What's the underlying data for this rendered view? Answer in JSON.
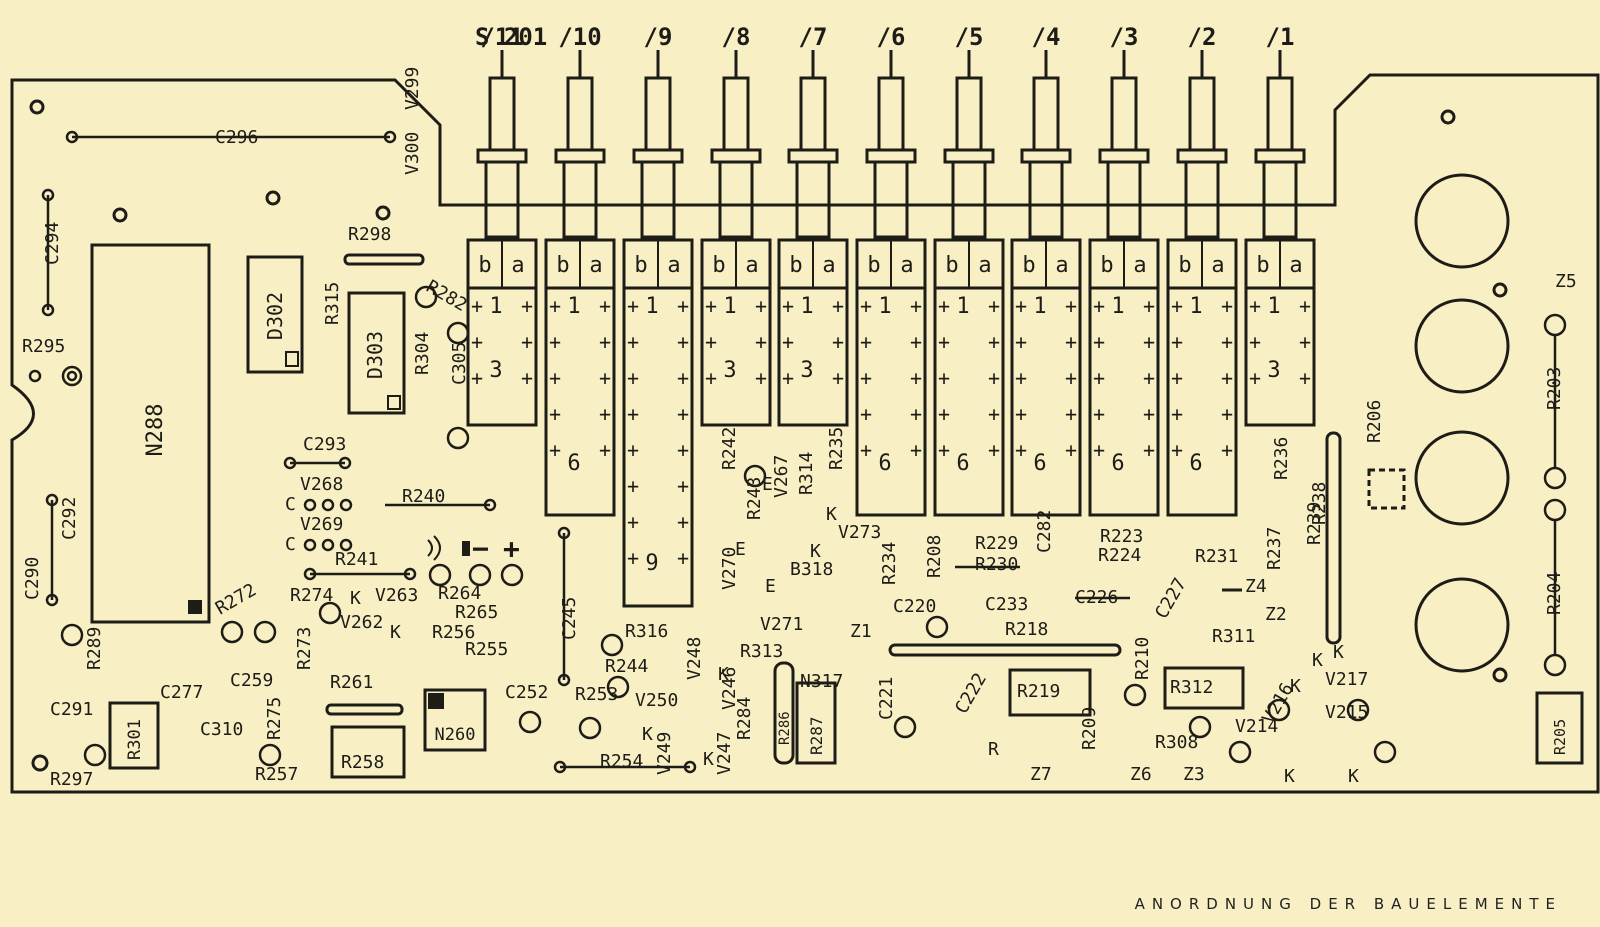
{
  "caption": "ANORDNUNG DER BAUELEMENTE",
  "switch_series_label": "S 201",
  "switches": [
    {
      "index": "/11",
      "pos": [
        "b",
        "a"
      ],
      "contacts": [
        "1",
        "3"
      ]
    },
    {
      "index": "/10",
      "pos": [
        "b",
        "a"
      ],
      "contacts": [
        "1",
        "6"
      ]
    },
    {
      "index": "/9",
      "pos": [
        "b",
        "a"
      ],
      "contacts": [
        "1",
        "9"
      ]
    },
    {
      "index": "/8",
      "pos": [
        "b",
        "a"
      ],
      "contacts": [
        "1",
        "3"
      ]
    },
    {
      "index": "/7",
      "pos": [
        "b",
        "a"
      ],
      "contacts": [
        "1",
        "3"
      ]
    },
    {
      "index": "/6",
      "pos": [
        "b",
        "a"
      ],
      "contacts": [
        "1",
        "6"
      ]
    },
    {
      "index": "/5",
      "pos": [
        "b",
        "a"
      ],
      "contacts": [
        "1",
        "6"
      ]
    },
    {
      "index": "/4",
      "pos": [
        "b",
        "a"
      ],
      "contacts": [
        "1",
        "6"
      ]
    },
    {
      "index": "/3",
      "pos": [
        "b",
        "a"
      ],
      "contacts": [
        "1",
        "6"
      ]
    },
    {
      "index": "/2",
      "pos": [
        "b",
        "a"
      ],
      "contacts": [
        "1",
        "6"
      ]
    },
    {
      "index": "/1",
      "pos": [
        "b",
        "a"
      ],
      "contacts": [
        "1",
        "3"
      ]
    }
  ],
  "ic_labels": {
    "n288": "N288",
    "d302": "D302",
    "d303": "D303",
    "n260": "N260"
  },
  "boxed_parts": [
    "R301",
    "R258",
    "R219",
    "R312",
    "R287",
    "R286",
    "R205"
  ],
  "pin_labels": [
    "C",
    "C",
    "K",
    "K",
    "K",
    "E",
    "K",
    "K",
    "K",
    "K",
    "E",
    "E",
    "K",
    "K",
    "K",
    "K",
    "K",
    "R"
  ],
  "polarity": {
    "plus": "+",
    "minus": "−"
  },
  "component_labels": [
    "C296",
    "V299",
    "V300",
    "C294",
    "R298",
    "R315",
    "R282",
    "R304",
    "C305",
    "R295",
    "C293",
    "V268",
    "R240",
    "V269",
    "R241",
    "C292",
    "C290",
    "R272",
    "R274",
    "V263",
    "R264",
    "R265",
    "V262",
    "R256",
    "R255",
    "R273",
    "R289",
    "R275",
    "C291",
    "R297",
    "C277",
    "C310",
    "C259",
    "R257",
    "R261",
    "C252",
    "R253",
    "R254",
    "R316",
    "R244",
    "V250",
    "V249",
    "V248",
    "V247",
    "V246",
    "R284",
    "R313",
    "N317",
    "C245",
    "V267",
    "R314",
    "R242",
    "R243",
    "R235",
    "V270",
    "V271",
    "V273",
    "B318",
    "R234",
    "R208",
    "Z1",
    "C220",
    "C221",
    "C222",
    "R229",
    "R230",
    "C282",
    "C233",
    "C226",
    "R218",
    "R223",
    "R224",
    "R210",
    "R209",
    "C227",
    "R239",
    "R231",
    "Z4",
    "R311",
    "Z2",
    "R308",
    "R237",
    "R236",
    "R238",
    "V216",
    "V217",
    "V214",
    "V215",
    "R206",
    "Z5",
    "R203",
    "R204",
    "Z7",
    "Z6",
    "Z3"
  ]
}
